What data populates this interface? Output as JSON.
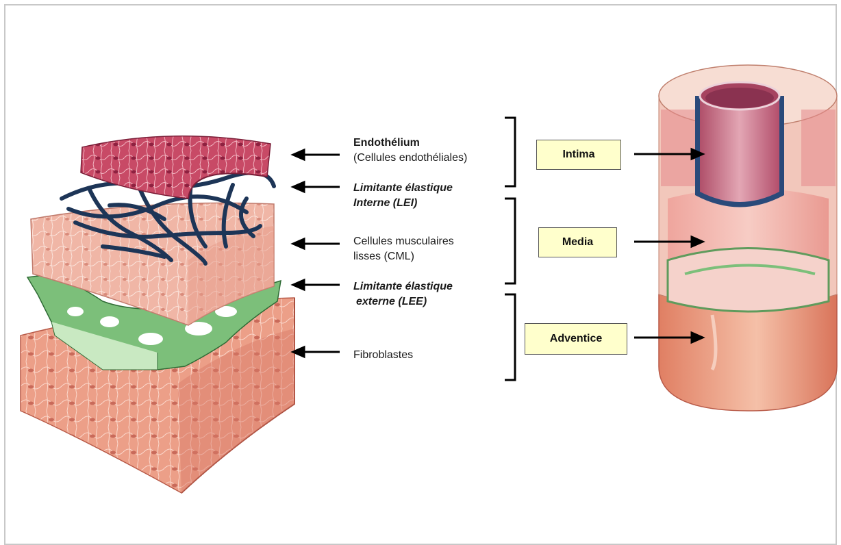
{
  "labels": {
    "endothelium_title": "Endothélium",
    "endothelium_sub": "(Cellules endothéliales)",
    "lei_line1": "Limitante élastique",
    "lei_line2": "Interne (LEI)",
    "cml_line1": "Cellules musculaires",
    "cml_line2": "lisses (CML)",
    "lee_line1": "Limitante élastique",
    "lee_line2": "externe (LEE)",
    "fibroblasts": "Fibroblastes"
  },
  "layers": {
    "intima": "Intima",
    "media": "Media",
    "adventice": "Adventice"
  },
  "colors": {
    "box_fill": "#ffffcc",
    "endothelium": "#c94a66",
    "elastic_network": "#1d3557",
    "muscle": "#f2b8a8",
    "external_lamina": "#6aa86a",
    "adventitia": "#e8937a"
  }
}
